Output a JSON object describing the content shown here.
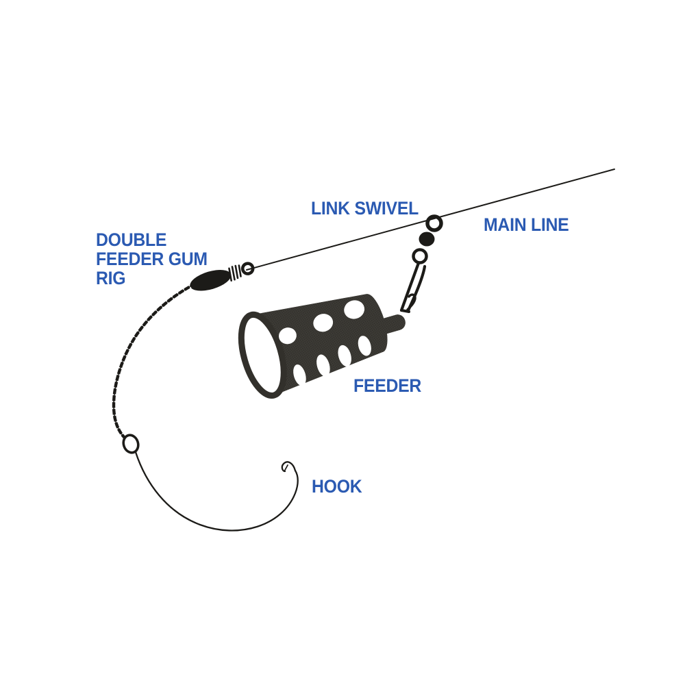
{
  "diagram": {
    "labels": {
      "rig_title": "DOUBLE\nFEEDER GUM\nRIG",
      "link_swivel": "LINK SWIVEL",
      "main_line": "MAIN LINE",
      "feeder": "FEEDER",
      "hook": "HOOK"
    },
    "colors": {
      "label_blue": "#2b5ab2",
      "ink": "#1c1b18",
      "feeder_fill": "#413f3a",
      "paper": "#ffffff"
    }
  }
}
